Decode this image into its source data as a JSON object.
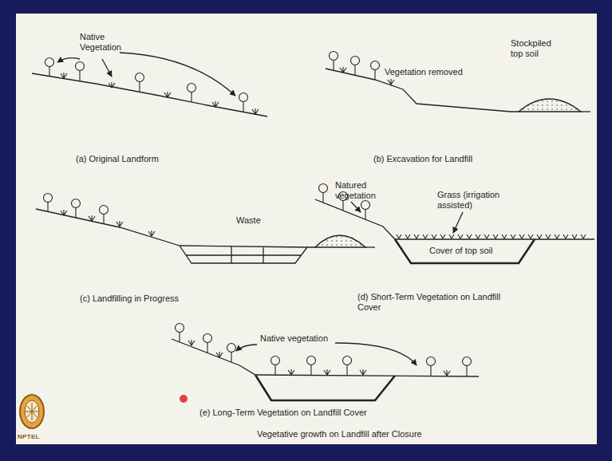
{
  "diagram": {
    "caption": "Vegetative growth on Landfill after Closure",
    "labels": [
      "Native Vegetation",
      "(a) Original Landform",
      "Vegetation removed",
      "Stockpiled top soil",
      "(b) Excavation for Landfill",
      "Waste",
      "(c) Landfilling in Progress",
      "Natured vegetation",
      "Grass (irrigation assisted)",
      "Cover of top soil",
      "(d) Short-Term Vegetation on Landfill Cover",
      "Native vegetation",
      "(e) Long-Term Vegetation on Landfill Cover",
      "NPTEL"
    ]
  }
}
